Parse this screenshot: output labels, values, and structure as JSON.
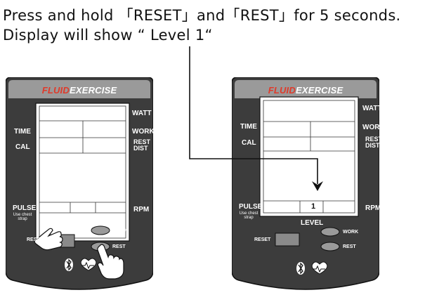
{
  "instructions": {
    "line1": "Press and hold 「RESET」and「REST」for 5 seconds.",
    "line2": "Display will show “ Level 1“"
  },
  "console": {
    "brand_part1": "FLUID",
    "brand_part2": "EXERCISE",
    "labels": {
      "watt": "WATT",
      "time": "TIME",
      "work": "WORK",
      "cal": "CAL",
      "rest_dist": "REST\nDIST",
      "pulse": "PULSE",
      "pulse_note": "Use chest\nstrap",
      "rpm": "RPM",
      "level": "LEVEL"
    },
    "buttons": {
      "reset": "RESET",
      "work": "WORK",
      "rest": "REST"
    },
    "display_after": {
      "level_value": "1"
    }
  },
  "colors": {
    "console_body": "#3c3c3c",
    "console_top": "#9a9a9a",
    "brand_accent": "#e03a2a",
    "lcd": "#ffffff"
  },
  "icons": [
    "hand-pointer-icon",
    "bluetooth-icon",
    "heart-rate-icon",
    "arrow-down-icon"
  ]
}
